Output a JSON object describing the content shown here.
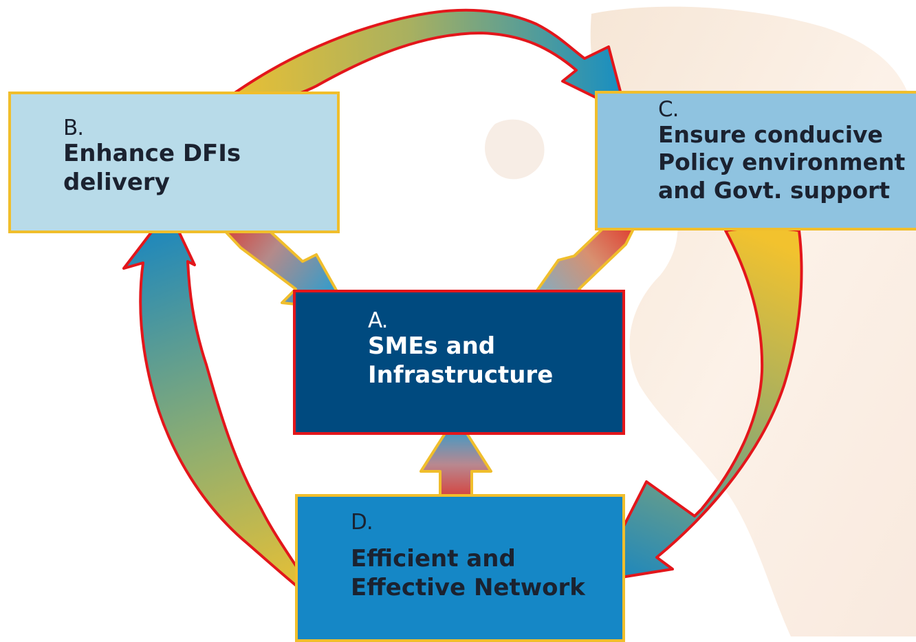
{
  "diagram": {
    "box_b": {
      "letter": "B.",
      "text": "Enhance DFIs\ndelivery"
    },
    "box_c": {
      "letter": "C.",
      "text": "Ensure conducive\nPolicy environment\nand Govt. support"
    },
    "box_a": {
      "letter": "A.",
      "text": "SMEs and\nInfrastructure"
    },
    "box_d": {
      "letter": "D.",
      "text": "Efficient and\nEffective Network"
    }
  },
  "colors": {
    "box_b_fill": "#b8dbe9",
    "box_c_fill": "#8fc3e0",
    "box_a_fill": "#004a7f",
    "box_d_fill": "#1587c6",
    "box_border_gold": "#f0be2c",
    "box_border_red": "#e3161b",
    "arrow_yellow": "#f0c030",
    "arrow_blue": "#1a8fc0",
    "arrow_red": "#e02a20"
  }
}
